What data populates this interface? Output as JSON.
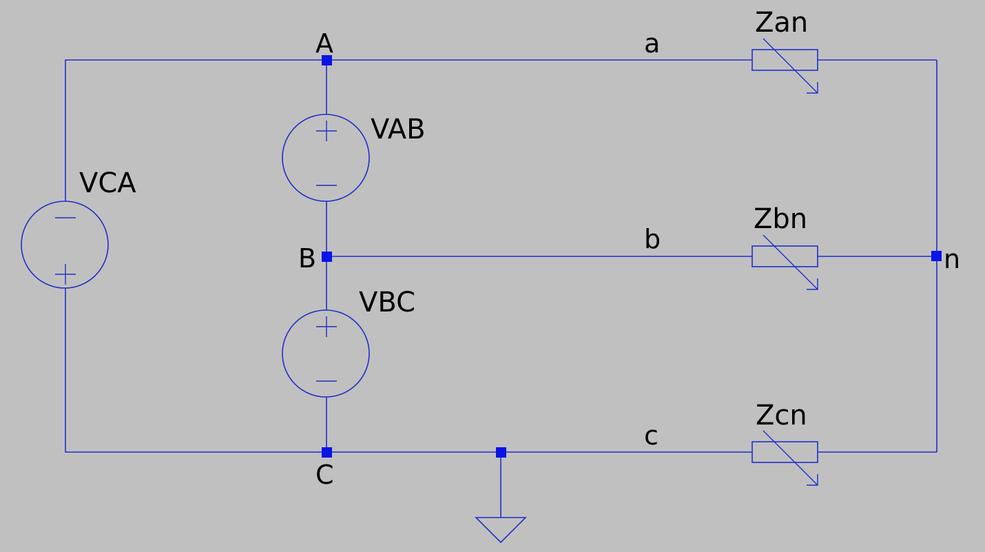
{
  "diagram": {
    "sources": [
      {
        "id": "VCA",
        "label": "VCA"
      },
      {
        "id": "VAB",
        "label": "VAB"
      },
      {
        "id": "VBC",
        "label": "VBC"
      }
    ],
    "impedances": [
      {
        "id": "Zan",
        "label": "Zan"
      },
      {
        "id": "Zbn",
        "label": "Zbn"
      },
      {
        "id": "Zcn",
        "label": "Zcn"
      }
    ],
    "nodes": {
      "A": "A",
      "B": "B",
      "C": "C",
      "a": "a",
      "b": "b",
      "c": "c",
      "n": "n"
    },
    "colors": {
      "background": "#c0c0c0",
      "wire": "#1f2fc8",
      "junction": "#0a14e6",
      "text": "#000000"
    }
  }
}
